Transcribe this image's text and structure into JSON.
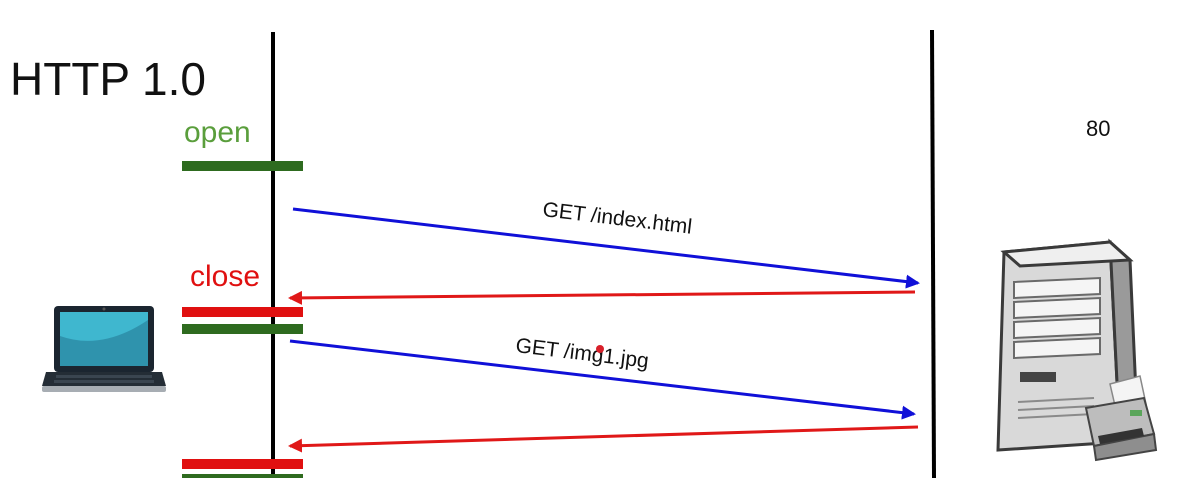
{
  "diagram": {
    "title": "HTTP 1.0",
    "port_label": "80",
    "connection_open_label": "open",
    "connection_close_label": "close",
    "requests": [
      {
        "label": "GET /index.html"
      },
      {
        "label": "GET /img1.jpg"
      }
    ],
    "colors": {
      "open": "#2e6b1f",
      "open_text": "#5a9e3c",
      "close": "#e01010",
      "request": "#1010d8",
      "response": "#e01818",
      "lifeline": "#000000",
      "text": "#111111"
    },
    "icons": [
      "laptop-icon",
      "server-tower-icon",
      "printer-icon"
    ]
  }
}
